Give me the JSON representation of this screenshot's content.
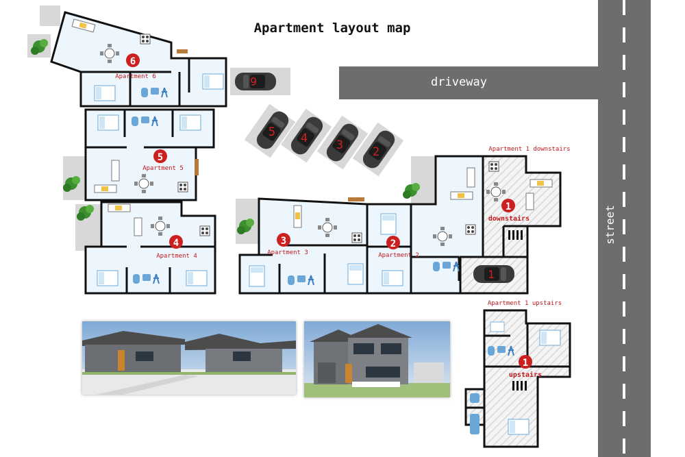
{
  "title": "Apartment layout map",
  "road_labels": {
    "driveway": "driveway",
    "street": "street"
  },
  "apartments": [
    {
      "number": "6",
      "label": "Apartment 6"
    },
    {
      "number": "5",
      "label": "Apartment 5"
    },
    {
      "number": "4",
      "label": "Apartment 4"
    },
    {
      "number": "3",
      "label": "Apartment 3"
    },
    {
      "number": "2",
      "label": "Apartment 2"
    },
    {
      "number": "1",
      "label": "Apartment 1 downstairs",
      "level": "downstairs"
    },
    {
      "number": "1",
      "label": "Apartment 1 upstairs",
      "level": "upstairs"
    }
  ],
  "parking_spots": [
    "6",
    "5",
    "4",
    "3",
    "2",
    "1"
  ],
  "colors": {
    "road": "#6d6d6d",
    "room_fill": "#eef6fd",
    "wall": "#111111",
    "marker": "#cc1f1f",
    "label_text": "#c0181d",
    "hatch": "#d7d7d7",
    "bathroom_fixture": "#3d7fc0",
    "kitchen_bench": "#f0c24a"
  }
}
